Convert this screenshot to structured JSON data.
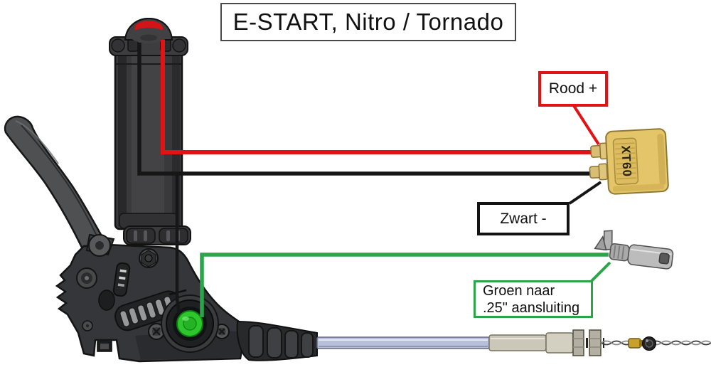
{
  "title": "E-START, Nitro / Tornado",
  "callouts": {
    "red": "Rood +",
    "black": "Zwart -",
    "green_line1": "Groen naar",
    "green_line2": ".25\" aansluiting"
  },
  "connector": {
    "label": "XT60"
  },
  "colors": {
    "red_wire": "#e01317",
    "black_wire": "#161616",
    "green_wire": "#2ba44a",
    "xt60_yellow": "#e5c569",
    "button_green": "#2dc62d",
    "cable_housing": "#b8bfda"
  }
}
